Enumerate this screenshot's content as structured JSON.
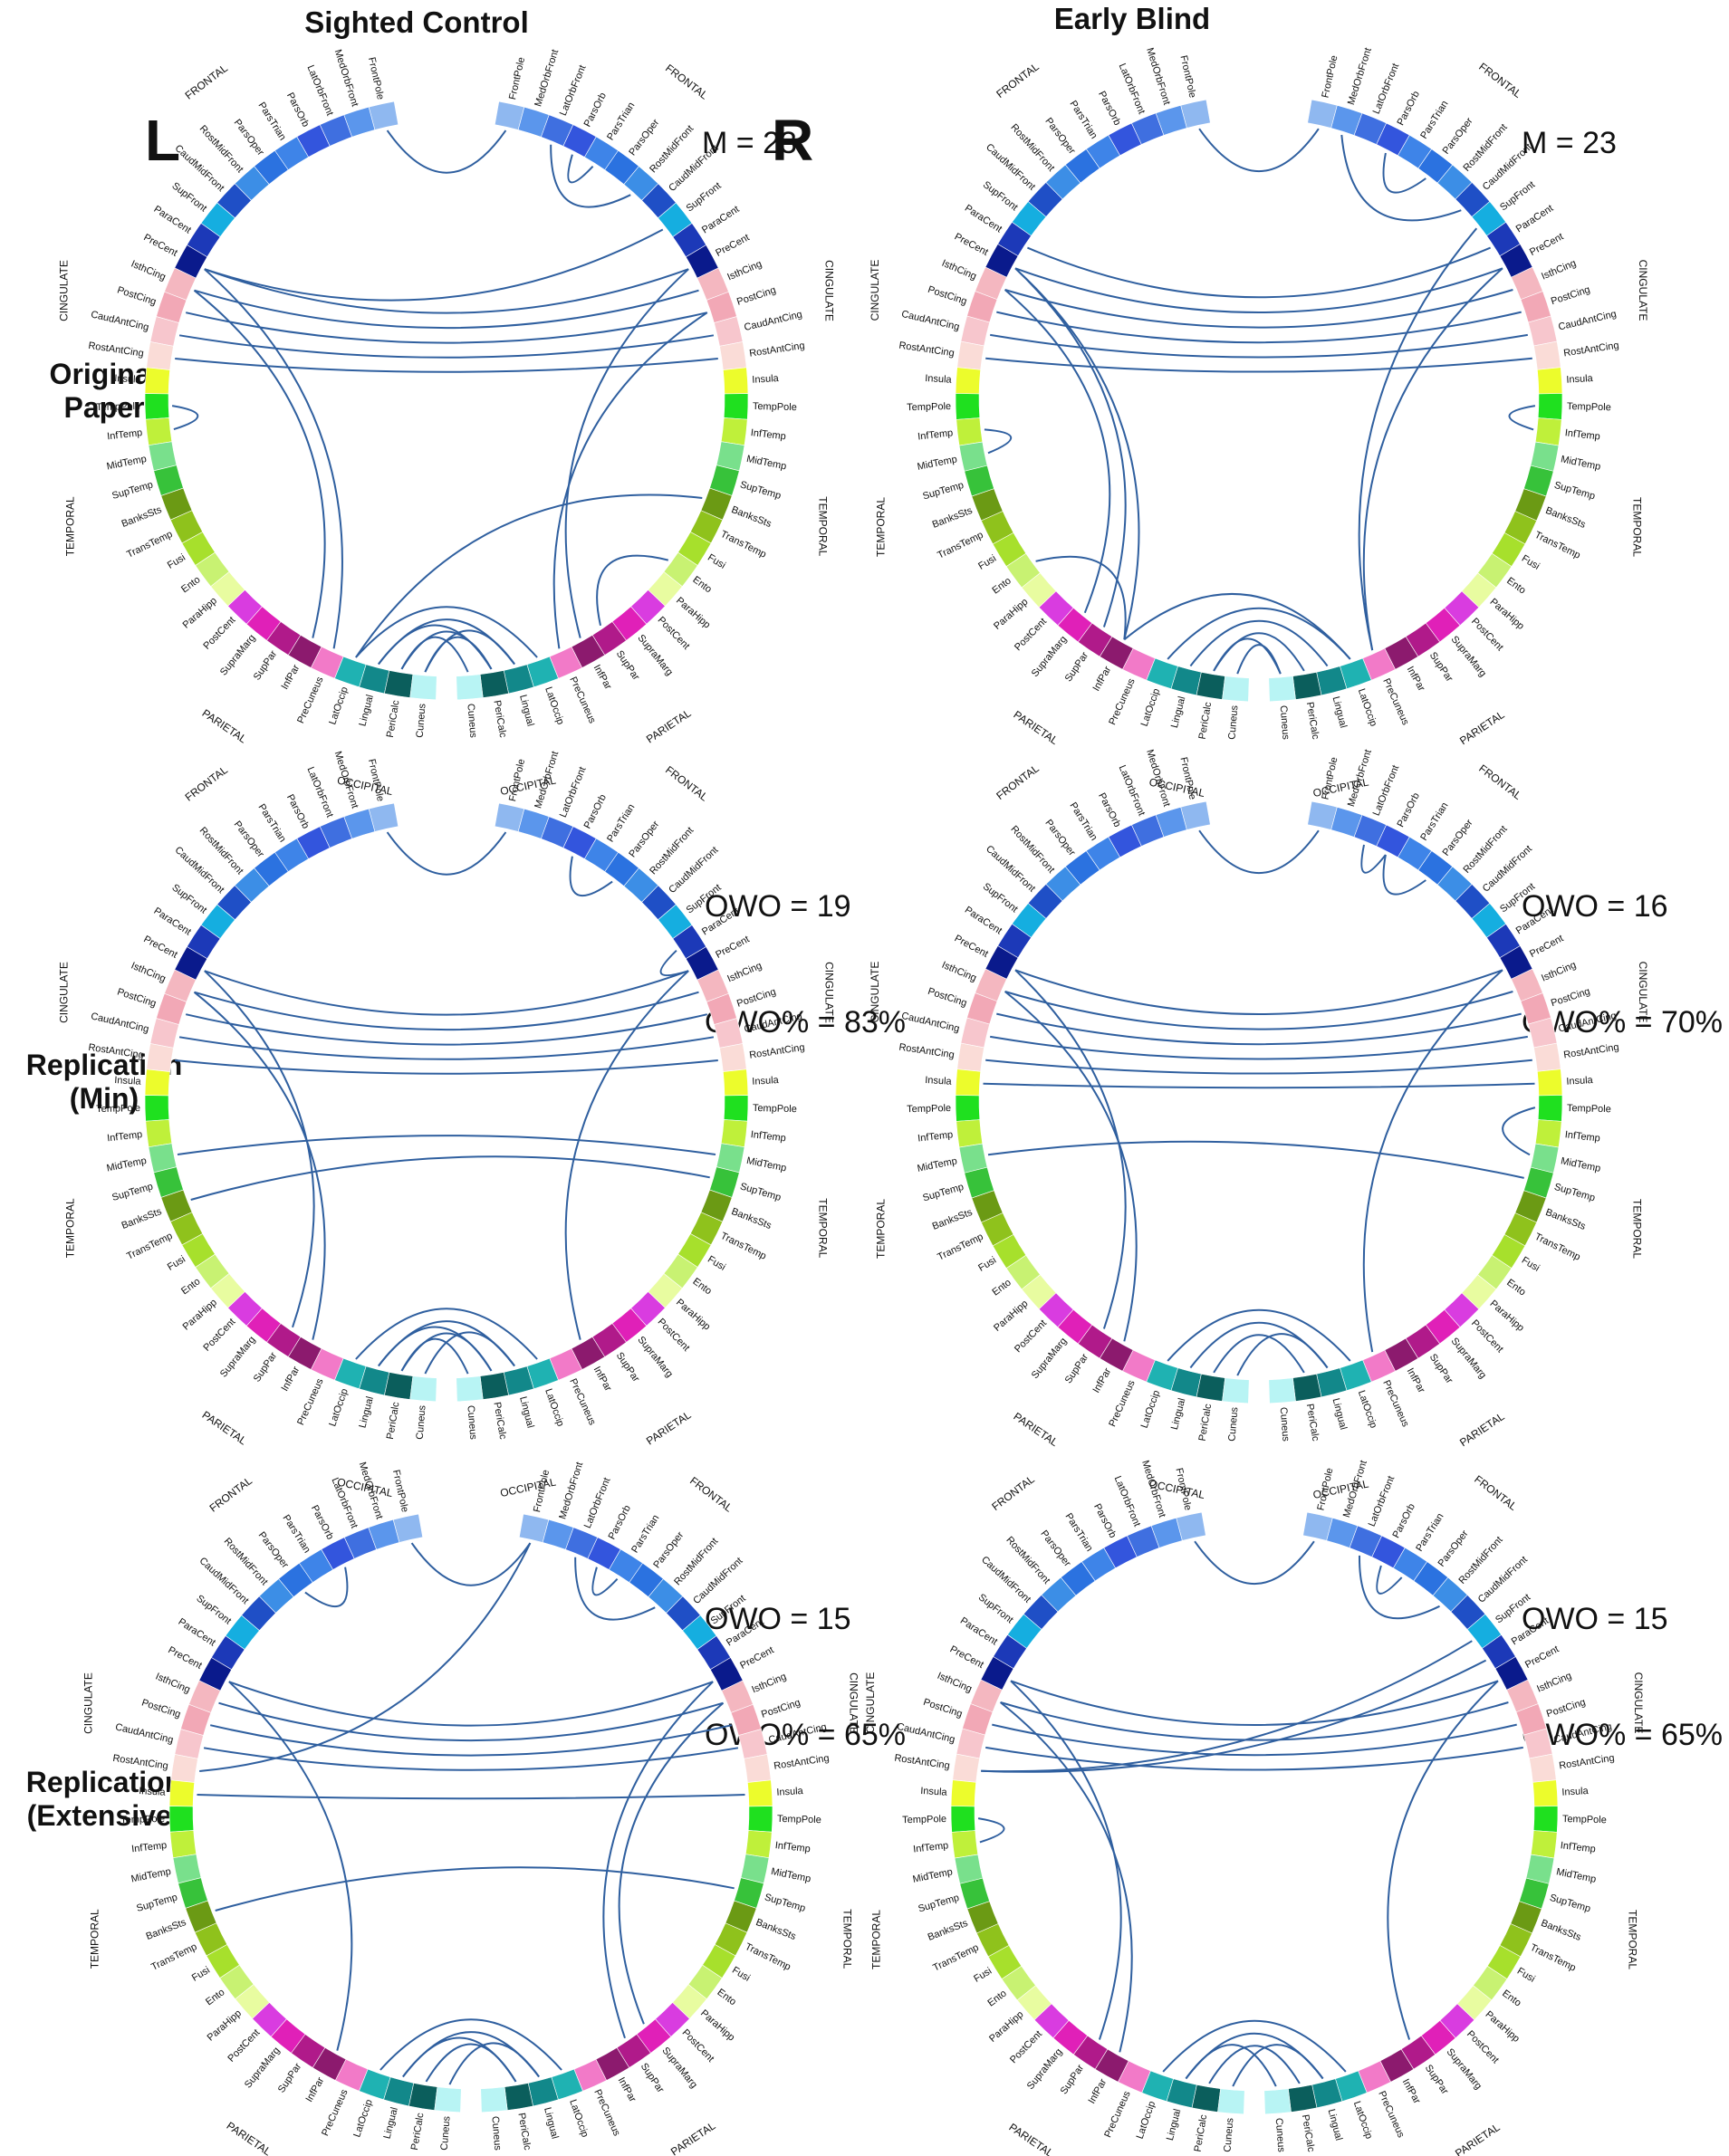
{
  "columns": [
    "Sighted Control",
    "Early Blind"
  ],
  "hemisphere_labels": {
    "left": "L",
    "right": "R"
  },
  "rows": [
    {
      "label_line1": "Original",
      "label_line2": "Paper"
    },
    {
      "label_line1": "Replication",
      "label_line2": "(Min)"
    },
    {
      "label_line1": "Replication",
      "label_line2": "(Extensive)"
    }
  ],
  "panel_stats": [
    [
      "M = 23"
    ],
    [
      "M = 23"
    ],
    [
      "OWO = 19",
      "OWO% = 83%"
    ],
    [
      "OWO = 16",
      "OWO% = 70%"
    ],
    [
      "OWO = 15",
      "OWO% = 65%"
    ],
    [
      "OWO = 15",
      "OWO% = 65%"
    ]
  ],
  "lobe_labels": {
    "frontal": "FRONTAL",
    "cingulate": "CINGULATE",
    "temporal": "TEMPORAL",
    "parietal": "PARIETAL",
    "occipital": "OCCIPITAL"
  },
  "regions": [
    {
      "name": "FrontPole",
      "lobe": "frontal",
      "color": "#8fb8f0"
    },
    {
      "name": "MedOrbFront",
      "lobe": "frontal",
      "color": "#5b96ec"
    },
    {
      "name": "LatOrbFront",
      "lobe": "frontal",
      "color": "#3f6fe0"
    },
    {
      "name": "ParsOrb",
      "lobe": "frontal",
      "color": "#3355dd"
    },
    {
      "name": "ParsTrian",
      "lobe": "frontal",
      "color": "#3e84e8"
    },
    {
      "name": "ParsOper",
      "lobe": "frontal",
      "color": "#2b72e0"
    },
    {
      "name": "RostMidFront",
      "lobe": "frontal",
      "color": "#3c8ee6"
    },
    {
      "name": "CaudMidFront",
      "lobe": "frontal",
      "color": "#1f4fc6"
    },
    {
      "name": "SupFront",
      "lobe": "frontal",
      "color": "#15aee0"
    },
    {
      "name": "ParaCent",
      "lobe": "frontal",
      "color": "#1c39b8"
    },
    {
      "name": "PreCent",
      "lobe": "frontal",
      "color": "#0a1a8c"
    },
    {
      "name": "IsthCing",
      "lobe": "cingulate",
      "color": "#f4b7c0"
    },
    {
      "name": "PostCing",
      "lobe": "cingulate",
      "color": "#f2a8b6"
    },
    {
      "name": "CaudAntCing",
      "lobe": "cingulate",
      "color": "#f7c6cd"
    },
    {
      "name": "RostAntCing",
      "lobe": "cingulate",
      "color": "#fadcd7"
    },
    {
      "name": "Insula",
      "lobe": "temporal",
      "color": "#ecfc2c"
    },
    {
      "name": "TempPole",
      "lobe": "temporal",
      "color": "#1fe01f"
    },
    {
      "name": "InfTemp",
      "lobe": "temporal",
      "color": "#bff03a"
    },
    {
      "name": "MidTemp",
      "lobe": "temporal",
      "color": "#79e08c"
    },
    {
      "name": "SupTemp",
      "lobe": "temporal",
      "color": "#37c23a"
    },
    {
      "name": "BanksSts",
      "lobe": "temporal",
      "color": "#6b9a14"
    },
    {
      "name": "TransTemp",
      "lobe": "temporal",
      "color": "#8fc21c"
    },
    {
      "name": "Fusi",
      "lobe": "temporal",
      "color": "#a7e02c"
    },
    {
      "name": "Ento",
      "lobe": "temporal",
      "color": "#c8f272"
    },
    {
      "name": "ParaHipp",
      "lobe": "temporal",
      "color": "#e8fca0"
    },
    {
      "name": "PostCent",
      "lobe": "parietal",
      "color": "#d93ce0"
    },
    {
      "name": "SupraMarg",
      "lobe": "parietal",
      "color": "#e020b8"
    },
    {
      "name": "SupPar",
      "lobe": "parietal",
      "color": "#b01a8a"
    },
    {
      "name": "InfPar",
      "lobe": "parietal",
      "color": "#8c1a6e"
    },
    {
      "name": "PreCuneus",
      "lobe": "parietal",
      "color": "#f27ac8"
    },
    {
      "name": "LatOccip",
      "lobe": "occipital",
      "color": "#1fb2b2"
    },
    {
      "name": "Lingual",
      "lobe": "occipital",
      "color": "#12888a"
    },
    {
      "name": "PeriCalc",
      "lobe": "occipital",
      "color": "#0b5e5c"
    },
    {
      "name": "Cuneus",
      "lobe": "occipital",
      "color": "#b8f4f4"
    }
  ],
  "edge_color": "#2f5f9f",
  "connections": [
    [
      [
        "L:FrontPole",
        "R:FrontPole"
      ],
      [
        "R:ParsTrian",
        "R:ParsOrb"
      ],
      [
        "R:RostMidFront",
        "R:LatOrbFront"
      ],
      [
        "L:PreCent",
        "R:PreCent"
      ],
      [
        "L:PreCent",
        "R:SupFront"
      ],
      [
        "L:IsthCing",
        "R:IsthCing"
      ],
      [
        "L:PostCing",
        "R:PostCing"
      ],
      [
        "L:CaudAntCing",
        "R:CaudAntCing"
      ],
      [
        "L:RostAntCing",
        "R:RostAntCing"
      ],
      [
        "L:InfTemp",
        "L:TempPole"
      ],
      [
        "L:PreCent",
        "L:PreCuneus"
      ],
      [
        "L:IsthCing",
        "L:InfPar"
      ],
      [
        "R:PreCent",
        "R:InfPar"
      ],
      [
        "R:PostCing",
        "R:PreCuneus"
      ],
      [
        "R:BanksSts",
        "L:LatOccip"
      ],
      [
        "R:Ento",
        "R:SupPar"
      ],
      [
        "L:LatOccip",
        "R:LatOccip"
      ],
      [
        "L:Lingual",
        "R:Lingual"
      ],
      [
        "L:PeriCalc",
        "R:PeriCalc"
      ],
      [
        "L:PeriCalc",
        "R:Cuneus"
      ],
      [
        "L:Cuneus",
        "R:Lingual"
      ],
      [
        "L:Lingual",
        "R:PeriCalc"
      ],
      [
        "L:Cuneus",
        "R:PeriCalc"
      ]
    ],
    [
      [
        "L:FrontPole",
        "R:FrontPole"
      ],
      [
        "R:ParsOper",
        "R:ParsOrb"
      ],
      [
        "R:CaudMidFront",
        "R:MedOrbFront"
      ],
      [
        "L:PreCent",
        "R:PreCent"
      ],
      [
        "L:ParaCent",
        "R:ParaCent"
      ],
      [
        "L:IsthCing",
        "R:IsthCing"
      ],
      [
        "L:PostCing",
        "R:PostCing"
      ],
      [
        "L:CaudAntCing",
        "R:CaudAntCing"
      ],
      [
        "L:RostAntCing",
        "R:RostAntCing"
      ],
      [
        "L:InfTemp",
        "L:MidTemp"
      ],
      [
        "L:PreCent",
        "L:SupPar"
      ],
      [
        "L:PreCent",
        "L:InfPar"
      ],
      [
        "L:IsthCing",
        "L:SupraMarg"
      ],
      [
        "R:PreCent",
        "R:PreCuneus"
      ],
      [
        "R:InfTemp",
        "R:TempPole"
      ],
      [
        "L:Ento",
        "L:InfPar"
      ],
      [
        "R:SupFront",
        "R:PreCuneus"
      ],
      [
        "L:LatOccip",
        "R:LatOccip"
      ],
      [
        "L:Lingual",
        "R:Lingual"
      ],
      [
        "L:PeriCalc",
        "R:PeriCalc"
      ],
      [
        "L:Cuneus",
        "R:Cuneus"
      ],
      [
        "L:PeriCalc",
        "R:Cuneus"
      ],
      [
        "L:InfPar",
        "R:LatOccip"
      ]
    ],
    [
      [
        "L:FrontPole",
        "R:FrontPole"
      ],
      [
        "R:ParsOper",
        "R:ParsOrb"
      ],
      [
        "L:PreCent",
        "R:PreCent"
      ],
      [
        "L:IsthCing",
        "R:IsthCing"
      ],
      [
        "L:PostCing",
        "R:PostCing"
      ],
      [
        "L:CaudAntCing",
        "R:CaudAntCing"
      ],
      [
        "L:RostAntCing",
        "R:RostAntCing"
      ],
      [
        "L:MidTemp",
        "R:MidTemp"
      ],
      [
        "L:BanksSts",
        "R:SupTemp"
      ],
      [
        "L:PreCent",
        "L:SupPar"
      ],
      [
        "L:IsthCing",
        "L:InfPar"
      ],
      [
        "R:PreCent",
        "R:InfPar"
      ],
      [
        "L:LatOccip",
        "R:LatOccip"
      ],
      [
        "L:Lingual",
        "R:Lingual"
      ],
      [
        "L:PeriCalc",
        "R:PeriCalc"
      ],
      [
        "L:PeriCalc",
        "R:Cuneus"
      ],
      [
        "L:Lingual",
        "R:PeriCalc"
      ],
      [
        "L:Cuneus",
        "R:Lingual"
      ],
      [
        "R:ParaCent",
        "R:PreCent"
      ]
    ],
    [
      [
        "L:FrontPole",
        "R:FrontPole"
      ],
      [
        "R:ParsOrb",
        "R:LatOrbFront"
      ],
      [
        "R:ParsOper",
        "R:ParsOrb"
      ],
      [
        "L:PreCent",
        "R:PreCent"
      ],
      [
        "L:IsthCing",
        "R:IsthCing"
      ],
      [
        "L:PostCing",
        "R:PostCing"
      ],
      [
        "L:CaudAntCing",
        "R:CaudAntCing"
      ],
      [
        "L:RostAntCing",
        "R:RostAntCing"
      ],
      [
        "L:Insula",
        "R:Insula"
      ],
      [
        "R:TempPole",
        "R:MidTemp"
      ],
      [
        "L:MidTemp",
        "R:SupTemp"
      ],
      [
        "L:PreCent",
        "L:SupPar"
      ],
      [
        "L:IsthCing",
        "L:InfPar"
      ],
      [
        "R:PreCent",
        "R:PreCuneus"
      ],
      [
        "L:LatOccip",
        "R:LatOccip"
      ],
      [
        "L:Lingual",
        "R:Lingual"
      ],
      [
        "L:PeriCalc",
        "R:PeriCalc"
      ],
      [
        "L:Cuneus",
        "R:Lingual"
      ]
    ],
    [
      [
        "L:FrontPole",
        "R:FrontPole"
      ],
      [
        "L:ParsOrb",
        "L:ParsOper"
      ],
      [
        "R:ParsTrian",
        "R:ParsOrb"
      ],
      [
        "R:RostMidFront",
        "R:LatOrbFront"
      ],
      [
        "L:PreCent",
        "R:PreCent"
      ],
      [
        "L:IsthCing",
        "R:IsthCing"
      ],
      [
        "L:PostCing",
        "R:PostCing"
      ],
      [
        "L:CaudAntCing",
        "R:CaudAntCing"
      ],
      [
        "L:RostAntCing",
        "R:FrontPole"
      ],
      [
        "L:Insula",
        "R:Insula"
      ],
      [
        "L:BanksSts",
        "R:SupTemp"
      ],
      [
        "L:PreCent",
        "L:InfPar"
      ],
      [
        "R:PreCent",
        "R:SupPar"
      ],
      [
        "R:IsthCing",
        "R:SupraMarg"
      ],
      [
        "L:LatOccip",
        "R:LatOccip"
      ],
      [
        "L:Lingual",
        "R:Lingual"
      ],
      [
        "L:PeriCalc",
        "R:PeriCalc"
      ],
      [
        "L:Cuneus",
        "R:Lingual"
      ],
      [
        "L:Lingual",
        "R:PeriCalc"
      ]
    ],
    [
      [
        "L:FrontPole",
        "R:FrontPole"
      ],
      [
        "R:ParsTrian",
        "R:ParsOrb"
      ],
      [
        "R:RostMidFront",
        "R:LatOrbFront"
      ],
      [
        "L:PreCent",
        "R:PreCent"
      ],
      [
        "L:IsthCing",
        "R:IsthCing"
      ],
      [
        "L:PostCing",
        "R:PostCing"
      ],
      [
        "L:CaudAntCing",
        "R:CaudAntCing"
      ],
      [
        "L:RostAntCing",
        "R:ParaCent"
      ],
      [
        "L:RostAntCing",
        "R:SupFront"
      ],
      [
        "L:TempPole",
        "L:InfTemp"
      ],
      [
        "L:PreCent",
        "L:SupPar"
      ],
      [
        "L:IsthCing",
        "L:InfPar"
      ],
      [
        "R:PreCent",
        "R:SupPar"
      ],
      [
        "L:LatOccip",
        "R:LatOccip"
      ],
      [
        "L:Lingual",
        "R:Lingual"
      ],
      [
        "L:PeriCalc",
        "R:PeriCalc"
      ],
      [
        "L:Cuneus",
        "R:Lingual"
      ],
      [
        "L:Lingual",
        "R:Cuneus"
      ]
    ]
  ]
}
